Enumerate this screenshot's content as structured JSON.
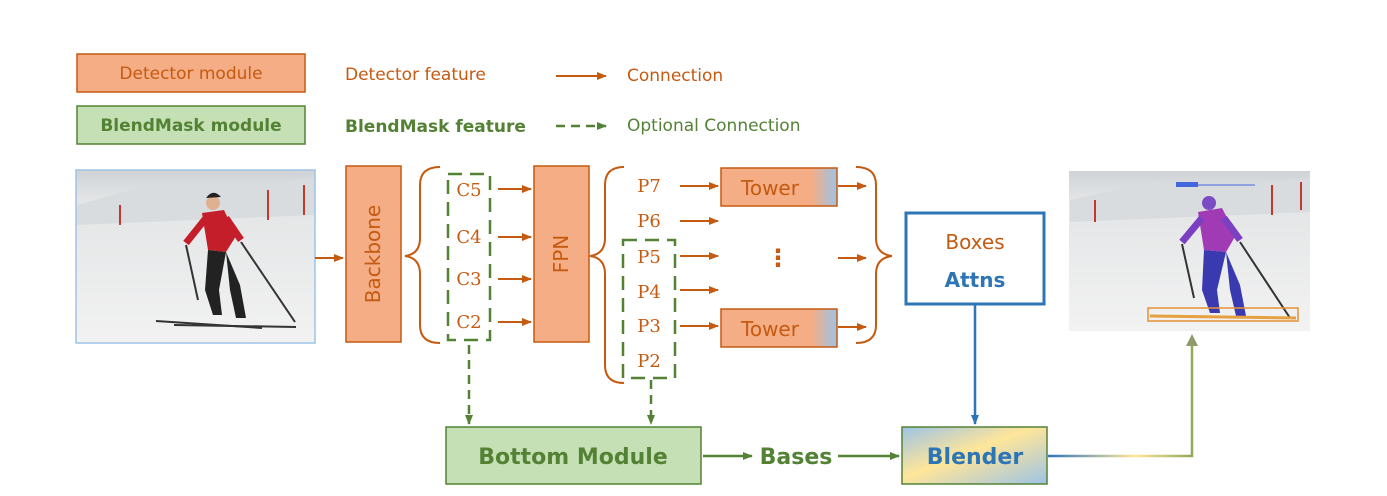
{
  "legend": {
    "detector_module": "Detector module",
    "detector_feature": "Detector feature",
    "connection": "Connection",
    "blendmask_module": "BlendMask module",
    "blendmask_feature": "BlendMask feature",
    "optional_connection": "Optional Connection"
  },
  "backbone": {
    "label": "Backbone",
    "features": [
      "C5",
      "C4",
      "C3",
      "C2"
    ]
  },
  "fpn": {
    "label": "FPN",
    "levels": [
      "P7",
      "P6",
      "P5",
      "P4",
      "P3",
      "P2"
    ]
  },
  "tower": {
    "label": "Tower",
    "ellipsis": "⋮"
  },
  "head": {
    "boxes": "Boxes",
    "attns": "Attns"
  },
  "bottom_module": "Bottom Module",
  "bases": "Bases",
  "blender": "Blender",
  "colors": {
    "detector_orange": "#f4ad84",
    "detector_border": "#c55a11",
    "detector_text": "#c55a11",
    "blend_green": "#c5e0b4",
    "blend_border": "#548235",
    "blend_text": "#548235",
    "head_blue": "#2e75b6",
    "blender_yellow": "#ffe699",
    "blender_blue": "#9dc3e6"
  },
  "icons": [
    "input-image-icon",
    "output-image-icon"
  ]
}
